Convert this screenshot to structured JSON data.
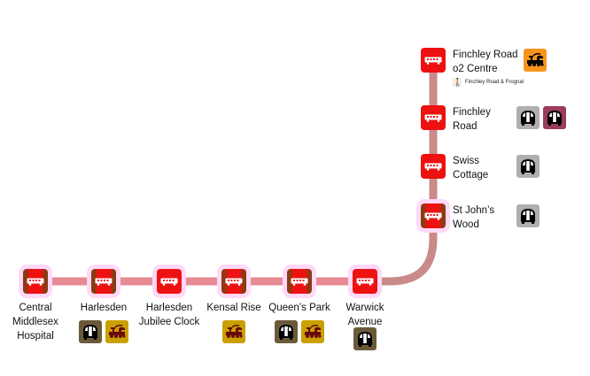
{
  "colors": {
    "route": "#c98a8a",
    "stop": "#ee1111",
    "tube_grey": "#b3aeae",
    "tube_purple": "#9b3c5a",
    "tube_brown": "#6b5a3a",
    "rail_orange": "#f7941d",
    "rail_ochre": "#c9a000"
  },
  "stations": [
    {
      "name": "Central Middlesex Hospital",
      "lines": [
        "Central",
        "Middlesex",
        "Hospital"
      ],
      "icons": []
    },
    {
      "name": "Harlesden",
      "lines": [
        "Harlesden"
      ],
      "icons": [
        {
          "type": "tube-icon",
          "color": "#6b5a3a"
        },
        {
          "type": "train-icon",
          "color": "#c9a000"
        }
      ]
    },
    {
      "name": "Harlesden Jubilee Clock",
      "lines": [
        "Harlesden",
        "Jubilee Clock"
      ],
      "icons": []
    },
    {
      "name": "Kensal Rise",
      "lines": [
        "Kensal Rise"
      ],
      "icons": [
        {
          "type": "train-icon",
          "color": "#c9a000"
        }
      ]
    },
    {
      "name": "Queen's Park",
      "lines": [
        "Queen’s Park"
      ],
      "icons": [
        {
          "type": "tube-icon",
          "color": "#6b5a3a"
        },
        {
          "type": "train-icon",
          "color": "#c9a000"
        }
      ]
    },
    {
      "name": "Warwick Avenue",
      "lines": [
        "Warwick",
        "Avenue"
      ],
      "icons": [
        {
          "type": "tube-icon",
          "color": "#6b5a3a"
        }
      ]
    },
    {
      "name": "St John's Wood",
      "lines": [
        "St John’s",
        "Wood"
      ],
      "icons": [
        {
          "type": "tube-icon",
          "color": "#b3aeae"
        }
      ]
    },
    {
      "name": "Swiss Cottage",
      "lines": [
        "Swiss",
        "Cottage"
      ],
      "icons": [
        {
          "type": "tube-icon",
          "color": "#b3aeae"
        }
      ]
    },
    {
      "name": "Finchley Road",
      "lines": [
        "Finchley",
        "Road"
      ],
      "icons": [
        {
          "type": "tube-icon",
          "color": "#b3aeae"
        },
        {
          "type": "tube-icon",
          "color": "#9b3c5a"
        }
      ]
    },
    {
      "name": "Finchley Road o2 Centre",
      "lines": [
        "Finchley Road",
        "o2 Centre"
      ],
      "icons": [
        {
          "type": "train-icon",
          "color": "#f7941d"
        }
      ],
      "walk": "Finchley Road & Frognal"
    }
  ]
}
